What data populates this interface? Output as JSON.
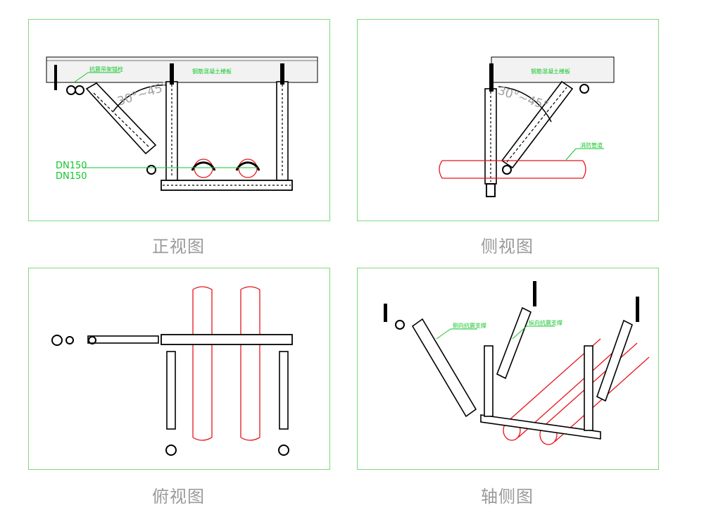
{
  "views": {
    "front": {
      "caption": "正视图",
      "label_top_beam": "钢筋混凝土楼板",
      "label_anchor": "抗震吊架锚栓",
      "angle": "30°~45°",
      "pipe_size_1": "DN150",
      "pipe_size_2": "DN150"
    },
    "side": {
      "caption": "侧视图",
      "label_top_beam": "钢筋混凝土楼板",
      "angle": "30°~45°",
      "label_pipe": "消防管道"
    },
    "top": {
      "caption": "俯视图"
    },
    "iso": {
      "caption": "轴侧图",
      "label_lateral": "侧向抗震支撑",
      "label_longitudinal": "纵向抗震支撑"
    }
  },
  "colors": {
    "panel_border": "#7fd97f",
    "pipe": "#e8141b",
    "leader": "#13c52c",
    "caption": "#9a9a9a"
  }
}
